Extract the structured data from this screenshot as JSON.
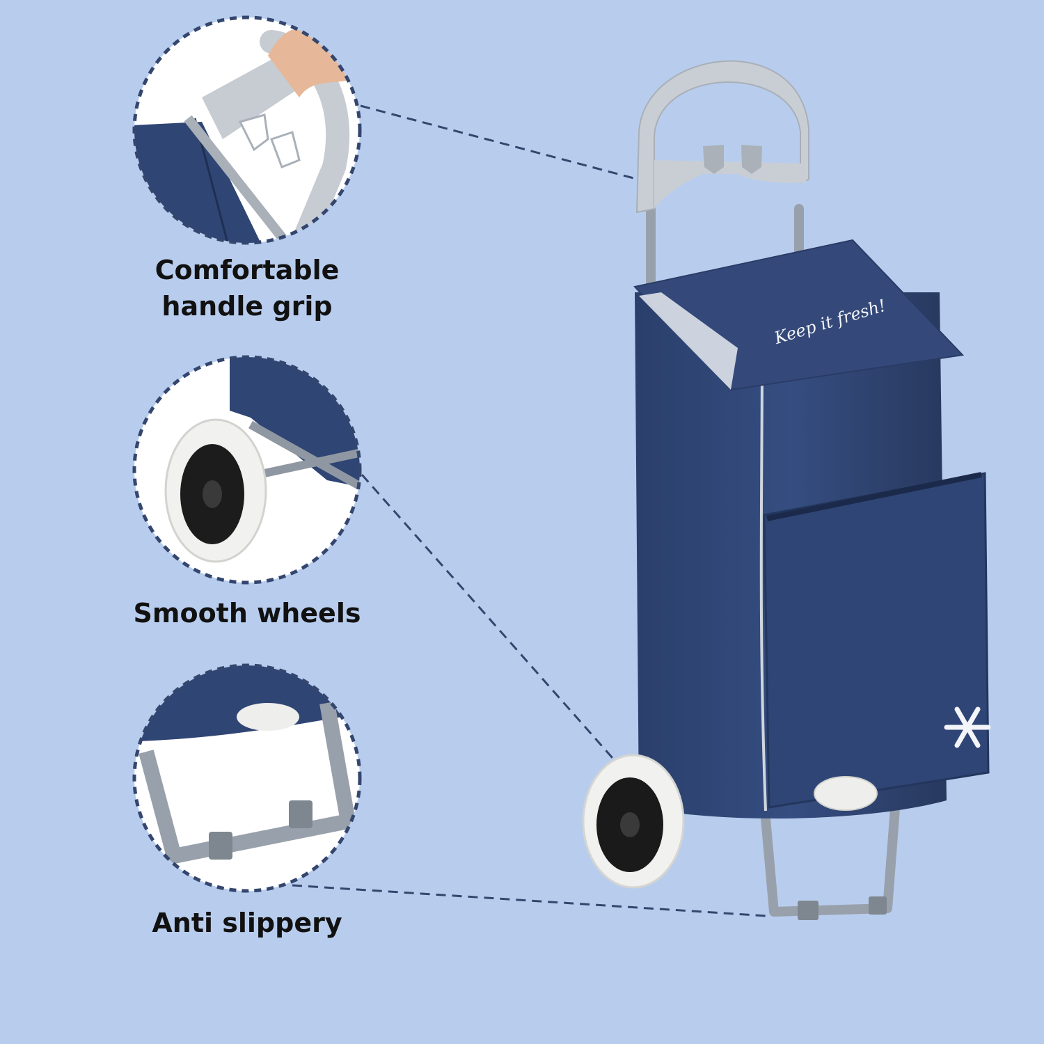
{
  "features": [
    {
      "label": "Comfortable\nhandle grip",
      "icon": "handle-grip-closeup"
    },
    {
      "label": "Smooth wheels",
      "icon": "wheel-closeup"
    },
    {
      "label": "Anti slippery",
      "icon": "frame-foot-closeup"
    }
  ],
  "product": {
    "flap_text": "Keep it fresh!",
    "bag_color": "#2f4674",
    "frame_color": "#9aa3ad",
    "handle_color": "#c8cdd3",
    "circle_border_color": "#34466e"
  }
}
